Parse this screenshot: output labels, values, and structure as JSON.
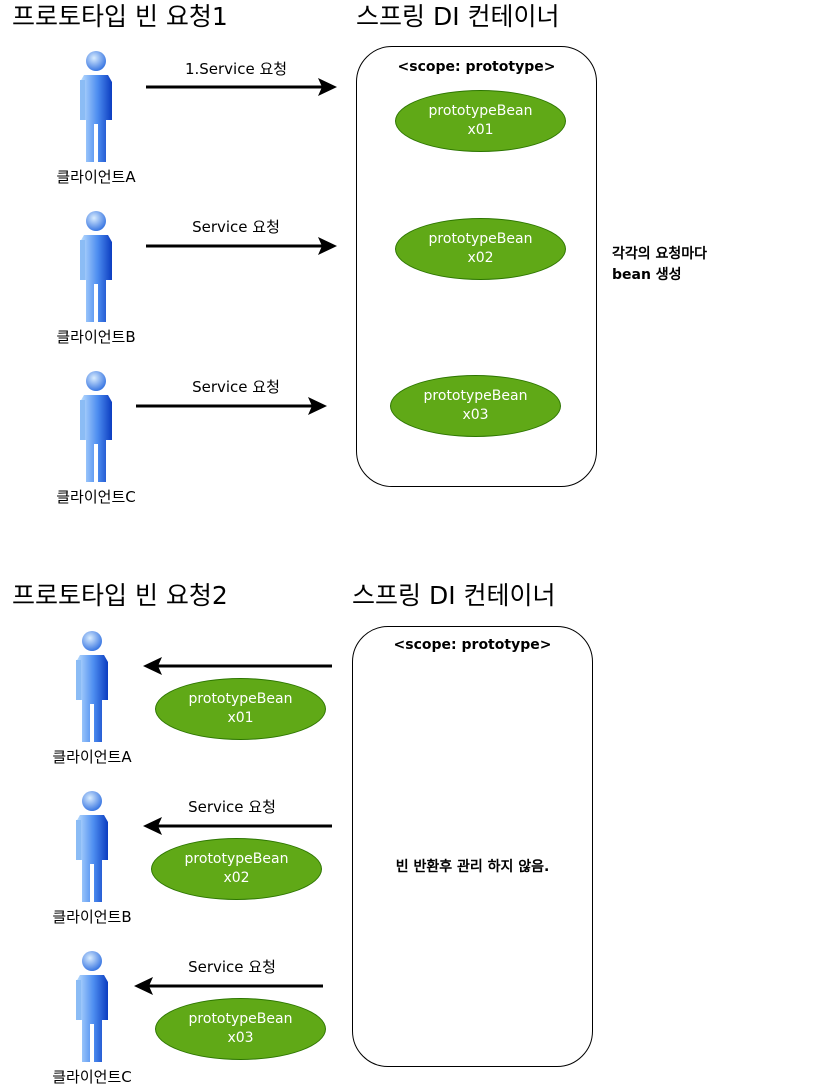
{
  "section1": {
    "title": "프로토타입 빈 요청1",
    "container_title": "스프링 DI 컨테이너",
    "scope_label": "<scope: prototype>",
    "note_line1": "각각의 요청마다",
    "note_line2": "bean 생성",
    "rows": [
      {
        "client": "클라이언트A",
        "arrow_label": "1.Service 요청",
        "bean_name": "prototypeBean",
        "bean_id": "x01"
      },
      {
        "client": "클라이언트B",
        "arrow_label": "Service 요청",
        "bean_name": "prototypeBean",
        "bean_id": "x02"
      },
      {
        "client": "클라이언트C",
        "arrow_label": "Service 요청",
        "bean_name": "prototypeBean",
        "bean_id": "x03"
      }
    ]
  },
  "section2": {
    "title": "프로토타입 빈 요청2",
    "container_title": "스프링 DI 컨테이너",
    "scope_label": "<scope: prototype>",
    "note": "빈 반환후 관리 하지 않음.",
    "rows": [
      {
        "client": "클라이언트A",
        "arrow_label": "",
        "bean_name": "prototypeBean",
        "bean_id": "x01"
      },
      {
        "client": "클라이언트B",
        "arrow_label": "Service 요청",
        "bean_name": "prototypeBean",
        "bean_id": "x02"
      },
      {
        "client": "클라이언트C",
        "arrow_label": "Service 요청",
        "bean_name": "prototypeBean",
        "bean_id": "x03"
      }
    ]
  },
  "colors": {
    "bean_fill": "#60a917",
    "bean_stroke": "#2d7600",
    "person_light": "#99ccff",
    "person_dark": "#0b3cc0"
  },
  "icons": {
    "client": "person-icon"
  }
}
